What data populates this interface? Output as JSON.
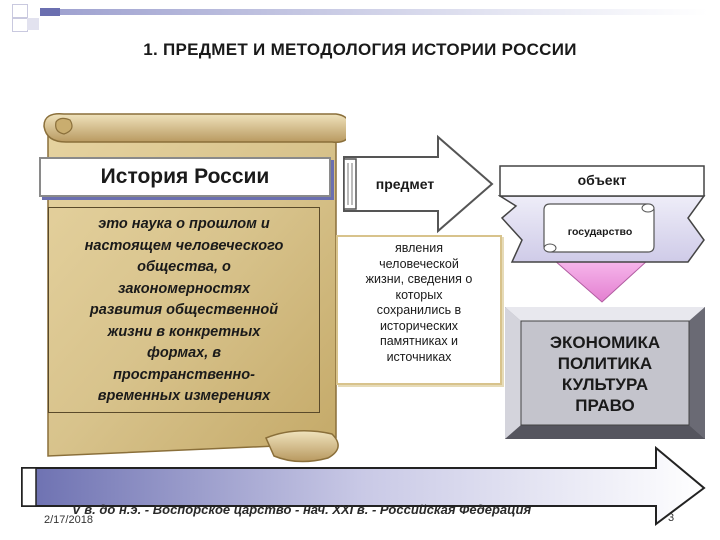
{
  "slide": {
    "title": "1. ПРЕДМЕТ И МЕТОДОЛОГИЯ ИСТОРИИ РОССИИ"
  },
  "scroll": {
    "heading": "История России",
    "definition": [
      "это наука о прошлом и",
      "настоящем человеческого",
      "общества, о",
      "закономерностях",
      "развития общественной",
      "жизни в конкретных",
      "формах, в",
      "пространственно-",
      "временных измерениях"
    ]
  },
  "subject": {
    "arrow_label": "предмет",
    "description": [
      "явления",
      "человеческой",
      "жизни, сведения о",
      "которых",
      "сохранились в",
      "исторических",
      "памятниках и",
      "источниках"
    ]
  },
  "object": {
    "label": "объект",
    "state_label": "государство",
    "spheres": [
      "ЭКОНОМИКА",
      "ПОЛИТИКА",
      "КУЛЬТУРА",
      "ПРАВО"
    ]
  },
  "timeline": {
    "text": "V в. до н.э. - Воспорское царство - нач. XXI в. - Российская Федерация"
  },
  "footer": {
    "date": "2/17/2018",
    "page": "3"
  },
  "colors": {
    "parchment": "#d8c38c",
    "parchment_dark": "#a88a4e",
    "purple_accent": "#6b6fb0",
    "lavender": "#d9d6ee",
    "pink_arrow": "#f29be0",
    "gray_box": "#c4c4cc"
  }
}
